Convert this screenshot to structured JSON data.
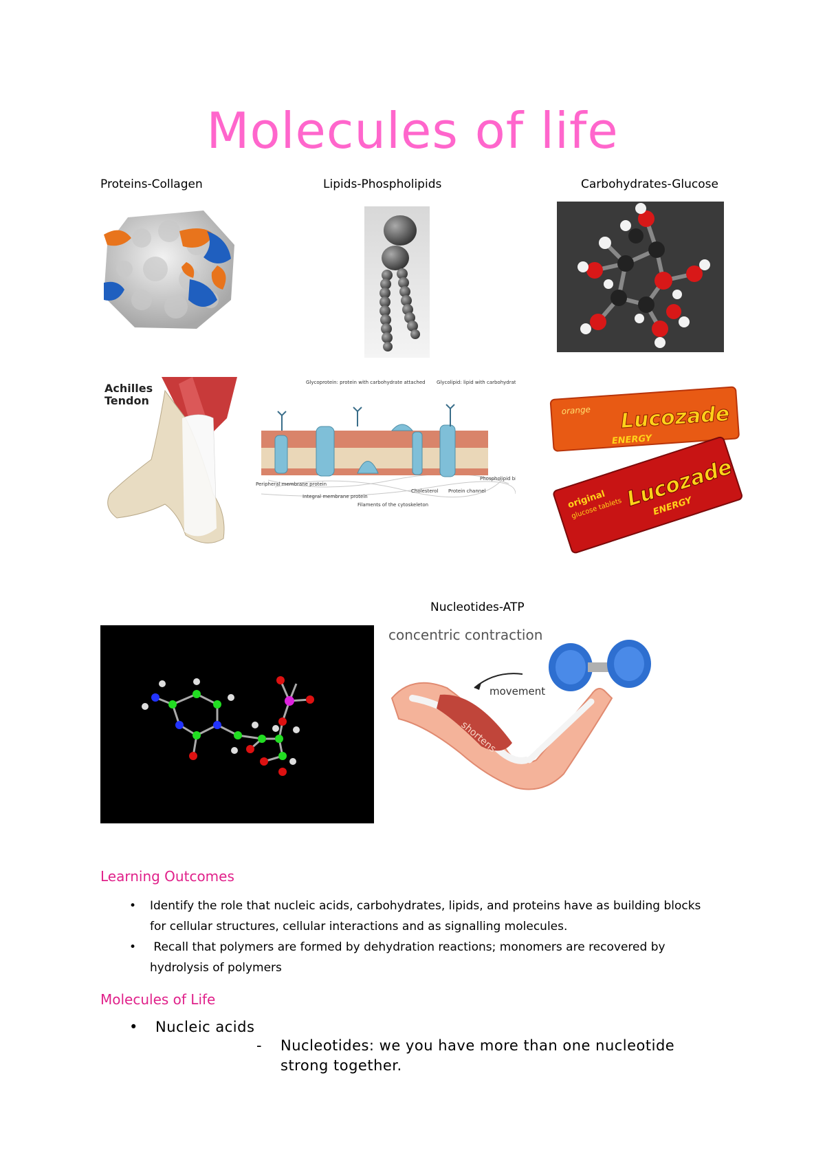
{
  "title": "Molecules of life",
  "captions": {
    "proteins": "Proteins-Collagen",
    "lipids": "Lipids-Phospholipids",
    "carbs": "Carbohydrates-Glucose",
    "nucleotides": "Nucleotides-ATP"
  },
  "figure_text": {
    "achilles_line1": "Achilles",
    "achilles_line2": "Tendon",
    "mem_glyco_protein": "Glycoprotein: protein with carbohydrate attached",
    "mem_glyco_lipid": "Glycolipid: lipid with carbohydrate attached",
    "mem_peripheral": "Peripheral membrane protein",
    "mem_integral": "Integral membrane protein",
    "mem_cholesterol": "Cholesterol",
    "mem_channel": "Protein channel",
    "mem_bilayer": "Phospholipid bilayer",
    "mem_filaments": "Filaments of the cytoskeleton",
    "luco_orange": "orange",
    "luco_glucose": "glucose tablets",
    "luco_brand": "Lucozade",
    "luco_energy": "ENERGY",
    "luco_original": "original",
    "arm_title": "concentric contraction",
    "arm_movement": "movement",
    "arm_shortens": "shortens"
  },
  "sections": {
    "learning_outcomes": {
      "heading": "Learning Outcomes",
      "bullet": "•",
      "items": [
        {
          "line1": "Identify the role that nucleic acids, carbohydrates, lipids, and proteins have as building blocks",
          "line2": "for cellular structures, cellular interactions and as signalling molecules."
        },
        {
          "line1": " Recall that polymers are formed by dehydration reactions; monomers are recovered by",
          "line2": "hydrolysis of polymers"
        }
      ]
    },
    "molecules_of_life": {
      "heading": "Molecules of Life",
      "bullet": "•",
      "item": "Nucleic acids",
      "dash": "-",
      "sub_line1": "Nucleotides: we you have more than one nucleotide",
      "sub_line2": "strong together."
    }
  },
  "colors": {
    "title": "#ff66cc",
    "heading": "#e0218a",
    "collagen_orange": "#e8741c",
    "collagen_blue": "#1f5fbf",
    "glucose_bg": "#3a3a3a",
    "atp_bg": "#000000"
  }
}
